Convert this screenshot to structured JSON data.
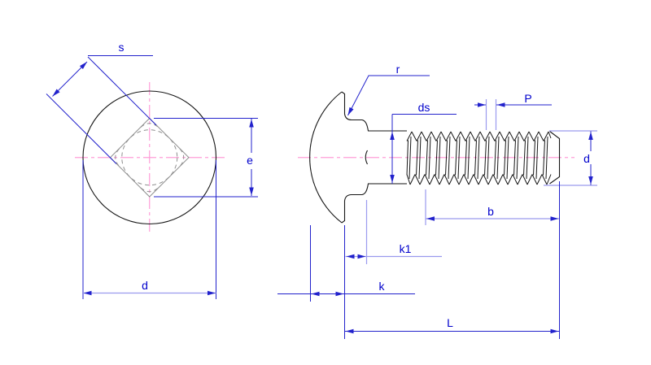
{
  "drawing": {
    "description": "carriage-bolt-technical-drawing",
    "labels": {
      "s": "s",
      "e": "e",
      "d_head": "d",
      "r": "r",
      "ds": "ds",
      "p": "P",
      "d_thread": "d",
      "b": "b",
      "k1": "k1",
      "k": "k",
      "l": "L"
    },
    "colors": {
      "background": "#ffffff",
      "outline": "#161616",
      "gray": "#8f8f8f",
      "centerline": "#ff9ed8",
      "dimension": "#2222cc",
      "dimension_light": "#9a9aee",
      "label": "#0000cc"
    }
  }
}
